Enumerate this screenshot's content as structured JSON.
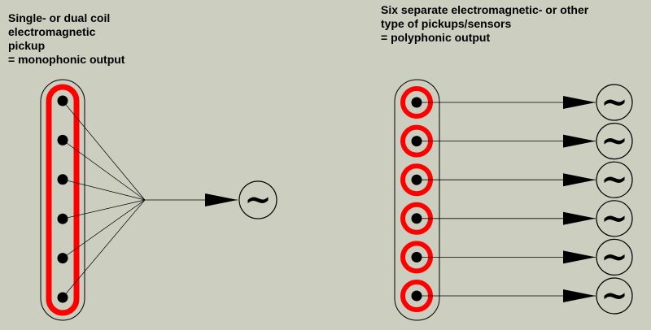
{
  "colors": {
    "background": "#cccfc0",
    "coil": "#ff0000",
    "pole": "#000000",
    "outline": "#000000"
  },
  "mono_panel": {
    "caption_lines": [
      "Single- or dual coil",
      "electromagnetic",
      "pickup",
      "= monophonic output"
    ],
    "pole_count": 6,
    "output_count": 1,
    "output_symbol": "~",
    "output_icon": "sine-wave-icon"
  },
  "poly_panel": {
    "caption_lines": [
      "Six separate electromagnetic- or other",
      "type of pickups/sensors",
      "= polyphonic output"
    ],
    "pole_count": 6,
    "output_count": 6,
    "output_symbol": "~",
    "output_icon": "sine-wave-icon"
  }
}
